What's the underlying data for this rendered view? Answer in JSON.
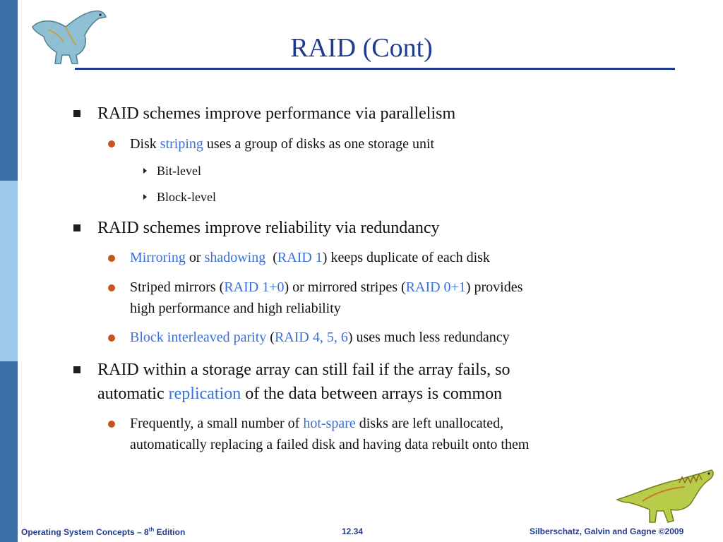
{
  "colors": {
    "title": "#1F3B8F",
    "highlight": "#3B6FD6",
    "bullet_l1": "#1E1E1E",
    "bullet_l2": "#C8531E",
    "band_dark": "#3A6FA6",
    "band_light": "#9FC9EA"
  },
  "slide": {
    "title": "RAID (Cont)"
  },
  "bullets": {
    "b1": {
      "text": "RAID schemes improve performance via parallelism"
    },
    "b1_1": {
      "pre": "Disk ",
      "hl": "striping",
      "post": " uses a group of disks as one storage unit"
    },
    "b1_1_1": {
      "text": "Bit-level"
    },
    "b1_1_2": {
      "text": "Block-level"
    },
    "b2": {
      "text": "RAID schemes improve reliability via redundancy"
    },
    "b2_1": {
      "hl1": "Mirroring",
      "mid1": " or ",
      "hl2": "shadowing",
      "mid2": "  (",
      "hl3": "RAID 1",
      "post": ") keeps duplicate of each disk"
    },
    "b2_2": {
      "pre": "Striped mirrors (",
      "hl1": "RAID 1+0",
      "mid": ") or mirrored stripes (",
      "hl2": "RAID 0+1",
      "post": ") provides",
      "line2": "high performance and high reliability"
    },
    "b2_3": {
      "hl1": "Block interleaved parity",
      "mid": " (",
      "hl2": "RAID 4, 5, 6",
      "post": ") uses much less redundancy"
    },
    "b3": {
      "line1": "RAID within a storage array can still fail if the array fails, so",
      "pre2": "automatic ",
      "hl": "replication",
      "post2": " of the data between arrays is common"
    },
    "b3_1": {
      "pre": "Frequently, a small number of ",
      "hl": "hot-spare",
      "post": " disks are left unallocated,",
      "line2": "automatically replacing a failed disk and having data rebuilt onto them"
    }
  },
  "footer": {
    "left_pre": "Operating System Concepts – 8",
    "left_sup": "th",
    "left_post": " Edition",
    "center": "12.34",
    "right": "Silberschatz, Galvin and Gagne ©2009"
  },
  "icons": {
    "top_left": "dinosaur-icon",
    "bottom_right": "dinosaur-icon"
  }
}
